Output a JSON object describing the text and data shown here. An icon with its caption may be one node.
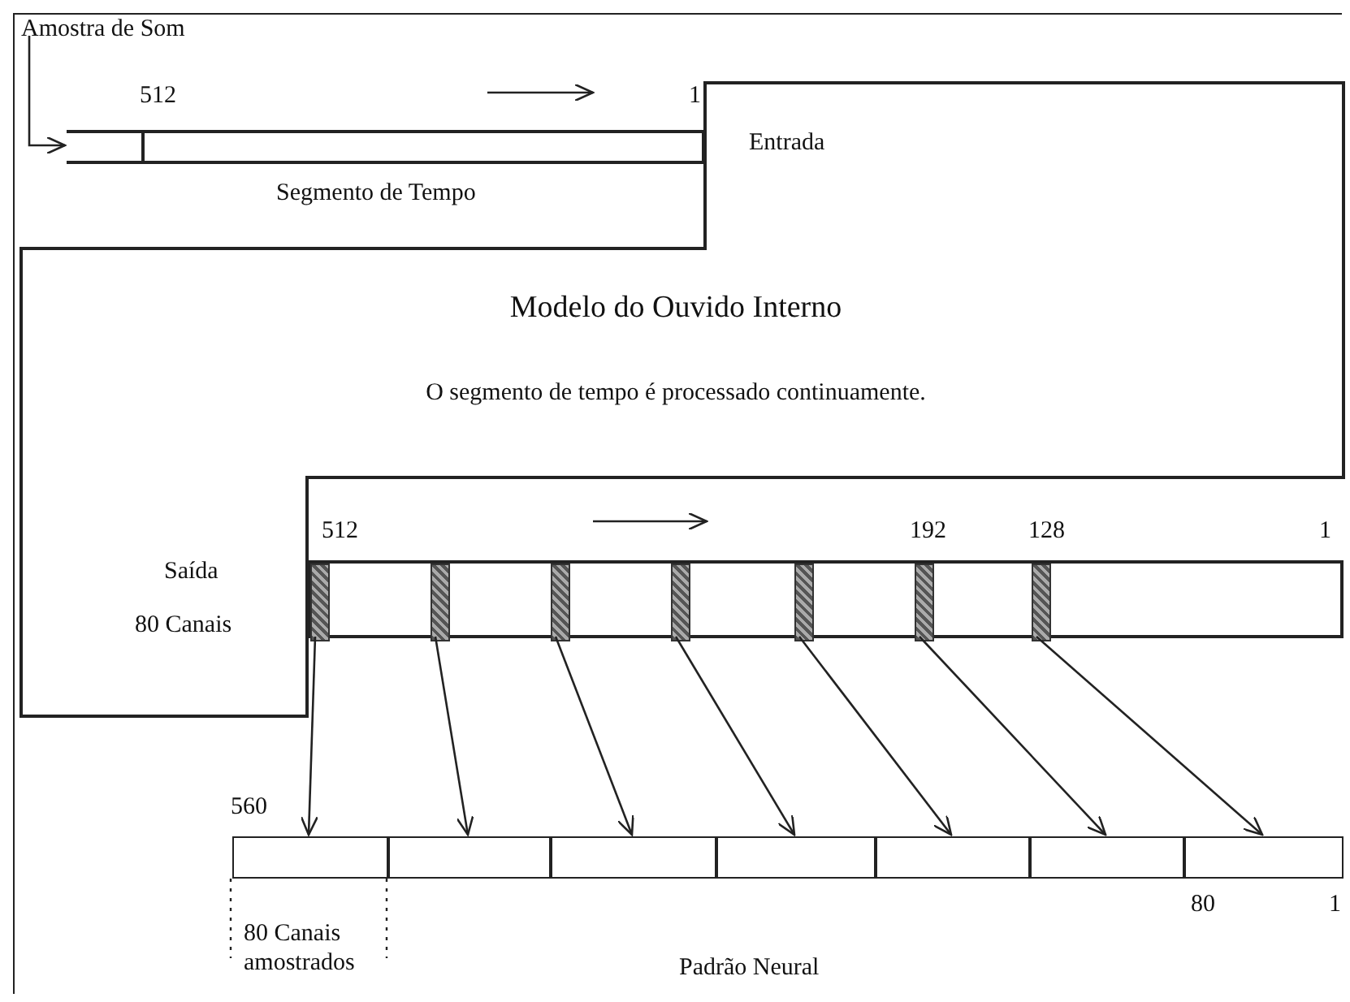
{
  "diagram": {
    "nodes": [
      {
        "text": [
          "Amostra de Som"
        ]
      },
      {
        "text": [],
        "shape": "bar",
        "in": 0
      },
      {
        "text": [
          "Entrada",
          "Modelo do Ouvido Interno",
          "O segmento de tempo é processado continuamente.",
          "Saída",
          "80 Canais"
        ],
        "in": 0
      },
      {
        "text": [],
        "shape": "bar",
        "in": 0
      },
      {
        "text": [],
        "shape": "bar",
        "in": 3
      },
      {
        "text": [],
        "shape": "bar",
        "in": 3
      },
      {
        "text": [],
        "shape": "bar",
        "in": 3
      },
      {
        "text": [],
        "shape": "bar",
        "in": 3
      },
      {
        "text": [],
        "shape": "bar",
        "in": 3
      },
      {
        "text": [],
        "shape": "bar",
        "in": 3
      },
      {
        "text": [],
        "shape": "bar",
        "in": 3
      },
      {
        "text": [
          "Padrão Neural"
        ],
        "beside": [
          "560",
          "80",
          "1"
        ],
        "in": 0
      },
      {
        "text": [],
        "shape": "box",
        "in": 11
      },
      {
        "text": [],
        "shape": "box",
        "in": 11
      },
      {
        "text": [],
        "shape": "box",
        "in": 11
      },
      {
        "text": [],
        "shape": "box",
        "in": 11
      },
      {
        "text": [],
        "shape": "box",
        "in": 11
      },
      {
        "text": [],
        "shape": "box",
        "in": 11
      },
      {
        "text": [],
        "shape": "box",
        "in": 11
      }
    ],
    "edges": [
      {
        "from": null,
        "to": 1,
        "arrow": "to"
      },
      {
        "from": 4,
        "to": 12,
        "arrow": "to"
      },
      {
        "from": 5,
        "to": 13,
        "arrow": "to"
      },
      {
        "from": 6,
        "to": 14,
        "arrow": "to"
      },
      {
        "from": 7,
        "to": 15,
        "arrow": "to"
      },
      {
        "from": 8,
        "to": 16,
        "arrow": "to"
      },
      {
        "from": 9,
        "to": 17,
        "arrow": "to"
      },
      {
        "from": 10,
        "to": 18,
        "arrow": "to"
      }
    ],
    "labels": [
      "512",
      "1",
      "Segmento de Tempo",
      "512",
      "192",
      "128",
      "1",
      "80 Canais amostrados"
    ]
  }
}
